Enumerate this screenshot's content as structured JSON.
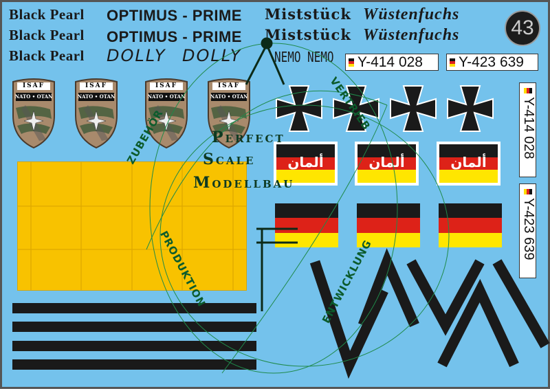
{
  "names": {
    "black_pearl": "Black Pearl",
    "optimus_prime": "OPTIMUS - PRIME",
    "miststueck": "Miststück",
    "wuestenfuchs": "Wüstenfuchs",
    "dolly": "DOLLY",
    "nemo": "NEMO"
  },
  "badge": {
    "number": "43"
  },
  "plates": [
    "Y-414 028",
    "Y-423 639"
  ],
  "shield": {
    "top": "ISAF",
    "band": "NATO • OTAN"
  },
  "flag_text": "ألمان",
  "logo": {
    "line1": "Perfect",
    "line2": "Scale",
    "line3": "Modellbau"
  },
  "ring_words": {
    "zubehoer": "ZUBEHÖR",
    "vertrieb": "VERTRIEB",
    "produktion": "PRODUKTION",
    "entwicklung": "ENTWICKLUNG"
  },
  "colors": {
    "background": "#74c2ec",
    "flag_black": "#1a1a1a",
    "flag_red": "#dd2218",
    "flag_gold": "#ffe600",
    "panel_yellow": "#f8c200",
    "logo_green": "#0e3a22"
  }
}
